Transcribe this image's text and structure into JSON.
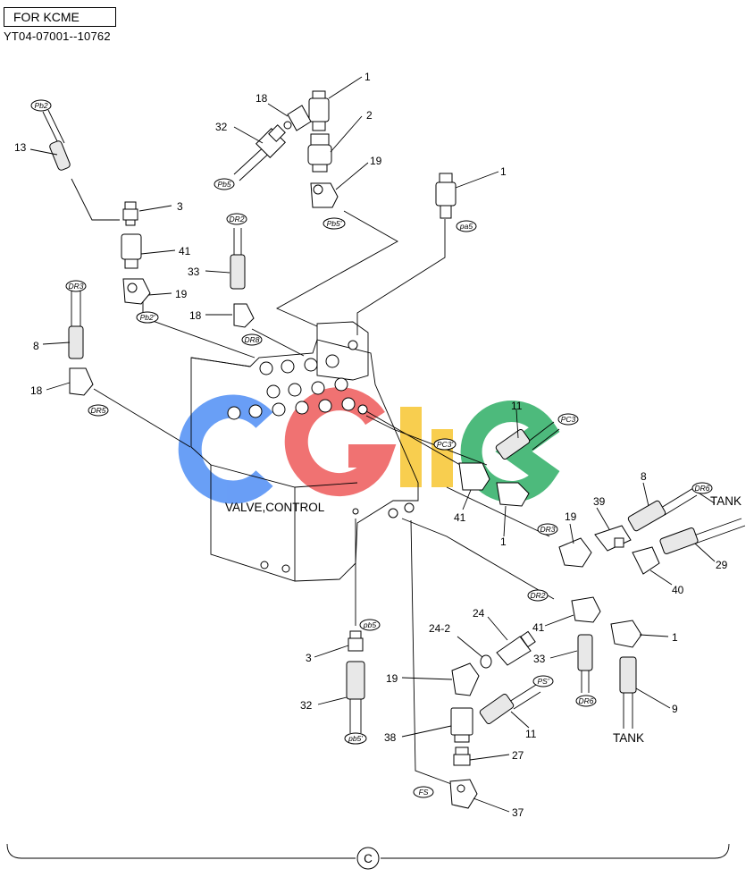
{
  "header": {
    "label": "FOR KCME",
    "serial": "YT04-07001--10762"
  },
  "valve_label": "VALVE,CONTROL",
  "watermark": {
    "colors": [
      "#4f8ef5",
      "#ee5a5a",
      "#f7c631",
      "#2fae66"
    ]
  },
  "callouts": {
    "c1a": "1",
    "c18a": "18",
    "c32a": "32",
    "c2": "2",
    "c19a": "19",
    "c1b": "1",
    "c13": "13",
    "c3a": "3",
    "c41a": "41",
    "c19b": "19",
    "c33a": "33",
    "c18b": "18",
    "c8a": "8",
    "c18c": "18",
    "c11a": "11",
    "c41b": "41",
    "c1c": "1",
    "c19c": "19",
    "c39": "39",
    "c8b": "8",
    "c29": "29",
    "c40": "40",
    "c24": "24",
    "c24_2": "24-2",
    "c41c": "41",
    "c33b": "33",
    "c1d": "1",
    "c3b": "3",
    "c32b": "32",
    "c19d": "19",
    "c11b": "11",
    "c9": "9",
    "c38": "38",
    "c27": "27",
    "c37": "37"
  },
  "tags": {
    "t_pb2a": "Pb2",
    "t_pb5": "Pb5",
    "t_pb5p": "Pb5'",
    "t_pa5": "pa5",
    "t_dr2a": "DR2",
    "t_pb2p": "Pb2'",
    "t_dr3a": "DR3",
    "t_dr8": "DR8",
    "t_dr5": "DR5",
    "t_pc3": "PC3",
    "t_pc3p": "PC3'",
    "t_dr6": "DR6",
    "t_dr3b": "DR3",
    "t_dr2b": "DR2",
    "t_pb5b": "pb5",
    "t_dr6b": "DR6",
    "t_ps": "PS'",
    "t_pb5c": "pb5'",
    "t_fs": "FS"
  },
  "tank_labels": {
    "tank_top": "TANK",
    "tank_bottom": "TANK"
  },
  "section_marker": "C"
}
